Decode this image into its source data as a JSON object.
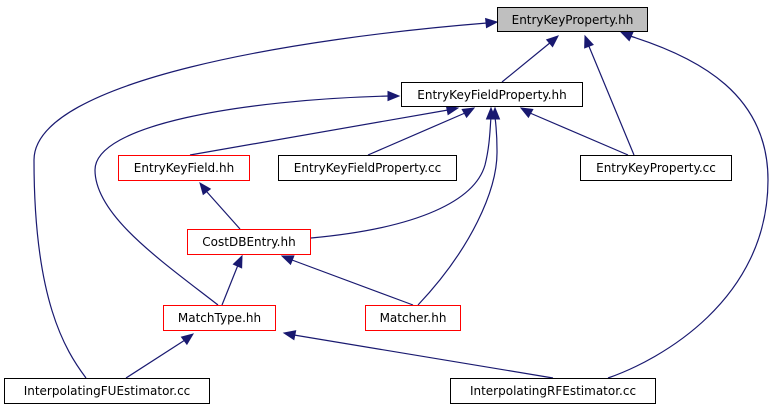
{
  "diagram": {
    "nodes": [
      {
        "id": "n0",
        "label": "EntryKeyProperty.hh",
        "style": "gray"
      },
      {
        "id": "n1",
        "label": "EntryKeyFieldProperty.hh",
        "style": "black"
      },
      {
        "id": "n2",
        "label": "EntryKeyField.hh",
        "style": "red"
      },
      {
        "id": "n3",
        "label": "EntryKeyFieldProperty.cc",
        "style": "black"
      },
      {
        "id": "n4",
        "label": "EntryKeyProperty.cc",
        "style": "black"
      },
      {
        "id": "n5",
        "label": "CostDBEntry.hh",
        "style": "red"
      },
      {
        "id": "n6",
        "label": "MatchType.hh",
        "style": "red"
      },
      {
        "id": "n7",
        "label": "Matcher.hh",
        "style": "red"
      },
      {
        "id": "n8",
        "label": "InterpolatingFUEstimator.cc",
        "style": "black"
      },
      {
        "id": "n9",
        "label": "InterpolatingRFEstimator.cc",
        "style": "black"
      }
    ],
    "edges": [
      {
        "from": "n1",
        "to": "n0"
      },
      {
        "from": "n4",
        "to": "n0"
      },
      {
        "from": "n8",
        "to": "n0"
      },
      {
        "from": "n9",
        "to": "n0"
      },
      {
        "from": "n2",
        "to": "n1"
      },
      {
        "from": "n3",
        "to": "n1"
      },
      {
        "from": "n4",
        "to": "n1"
      },
      {
        "from": "n5",
        "to": "n1"
      },
      {
        "from": "n7",
        "to": "n1"
      },
      {
        "from": "n6",
        "to": "n1"
      },
      {
        "from": "n5",
        "to": "n2"
      },
      {
        "from": "n6",
        "to": "n5"
      },
      {
        "from": "n7",
        "to": "n5"
      },
      {
        "from": "n8",
        "to": "n6"
      },
      {
        "from": "n9",
        "to": "n6"
      }
    ],
    "colors": {
      "edge": "#191970",
      "red_border": "#ff0000",
      "gray_fill": "#bfbfbf"
    }
  }
}
